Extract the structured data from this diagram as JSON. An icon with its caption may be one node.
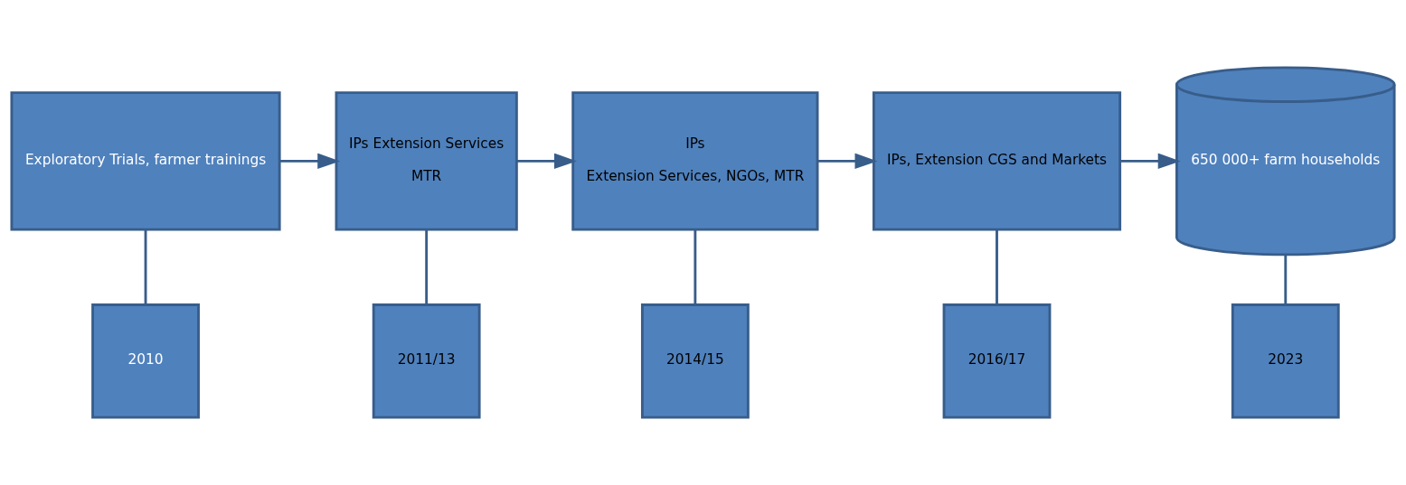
{
  "diagram": {
    "nodes": [
      {
        "text": [
          "Exploratory Trials, farmer trainings"
        ]
      },
      {
        "text": [
          "IPs Extension Services",
          "MTR"
        ]
      },
      {
        "text": [
          "IPs",
          "Extension Services, NGOs, MTR"
        ]
      },
      {
        "text": [
          "IPs, Extension CGS and Markets"
        ]
      },
      {
        "text": [
          "650 000+ farm households"
        ]
      },
      {
        "text": [
          "2010"
        ]
      },
      {
        "text": [
          "2011/13"
        ]
      },
      {
        "text": [
          "2014/15"
        ]
      },
      {
        "text": [
          "2016/17"
        ]
      },
      {
        "text": [
          "2023"
        ]
      }
    ],
    "edges": [
      {
        "from": 0,
        "to": 1,
        "arrow": "to"
      },
      {
        "from": 1,
        "to": 2,
        "arrow": "to"
      },
      {
        "from": 2,
        "to": 3,
        "arrow": "to"
      },
      {
        "from": 3,
        "to": 4,
        "arrow": "to"
      },
      {
        "from": 0,
        "to": 5,
        "arrow": "none"
      },
      {
        "from": 1,
        "to": 6,
        "arrow": "none"
      },
      {
        "from": 2,
        "to": 7,
        "arrow": "none"
      },
      {
        "from": 3,
        "to": 8,
        "arrow": "none"
      },
      {
        "from": 4,
        "to": 9,
        "arrow": "none"
      }
    ]
  }
}
